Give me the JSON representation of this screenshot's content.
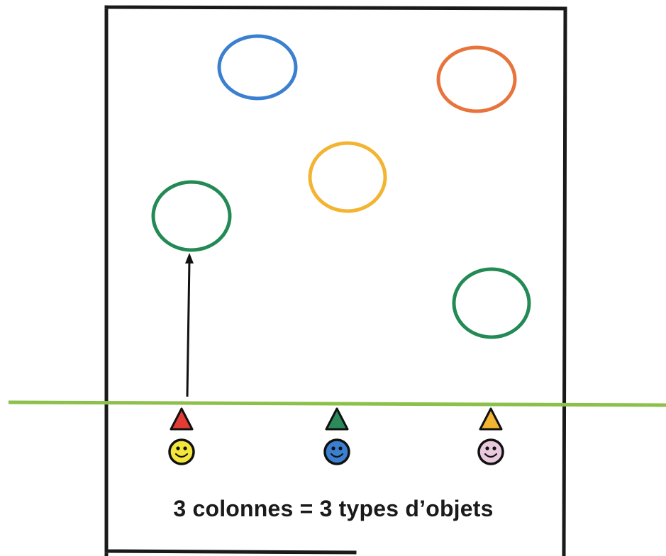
{
  "caption": "3 colonnes = 3 types d’objets",
  "colors": {
    "frame": "#1a1a1a",
    "line": "#8cc04a",
    "arrow": "#111111"
  },
  "hoops": [
    {
      "name": "hoop-blue",
      "color": "#3b7fd0"
    },
    {
      "name": "hoop-orange",
      "color": "#e8743c"
    },
    {
      "name": "hoop-yellow",
      "color": "#f2b431"
    },
    {
      "name": "hoop-green-left",
      "color": "#238a55"
    },
    {
      "name": "hoop-green-right",
      "color": "#238a55"
    }
  ],
  "columns": [
    {
      "name": "column-left",
      "cone_color": "#e23c35",
      "face_color": "#f5e63b"
    },
    {
      "name": "column-middle",
      "cone_color": "#2a8a5a",
      "face_color": "#3b7fd0"
    },
    {
      "name": "column-right",
      "cone_color": "#f2b431",
      "face_color": "#e9c9dd"
    }
  ]
}
